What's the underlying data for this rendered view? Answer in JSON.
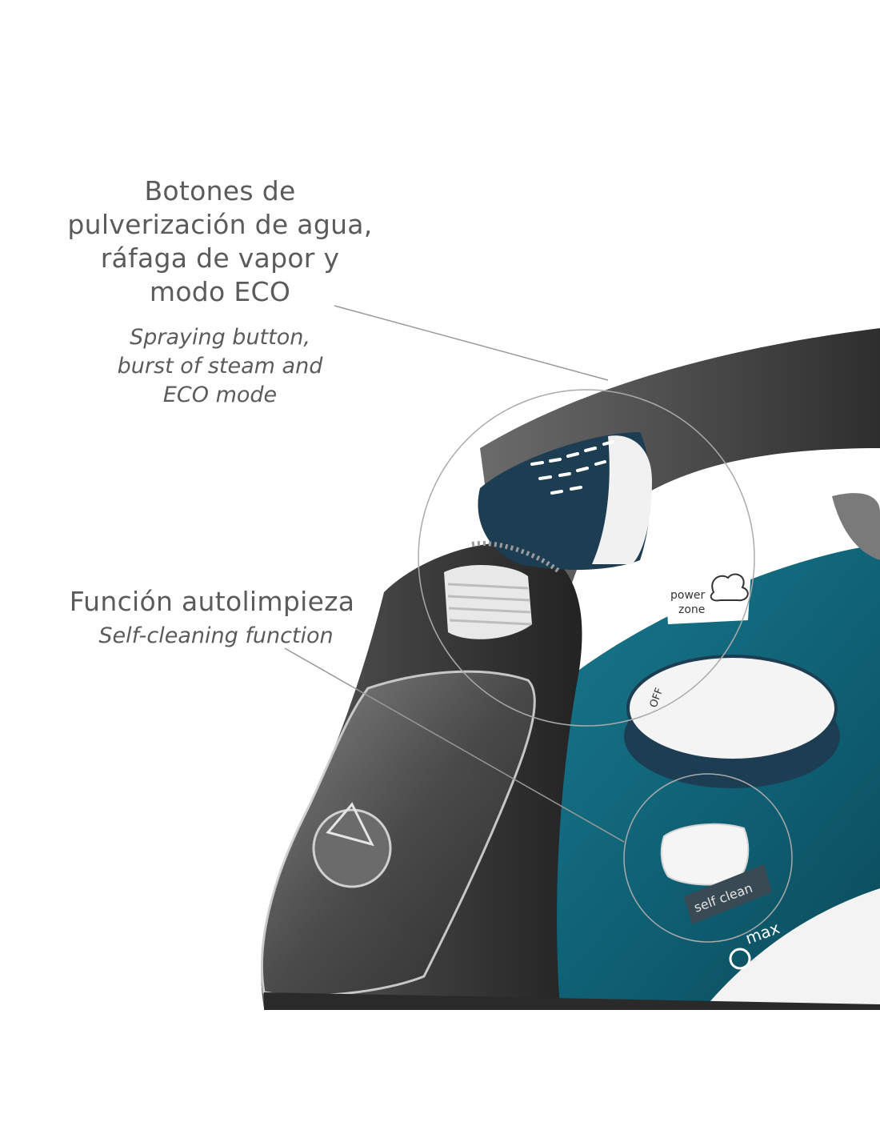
{
  "callouts": {
    "spray": {
      "es_lines": [
        "Botones de",
        "pulverización de agua,",
        "ráfaga de vapor y",
        "modo ECO"
      ],
      "en_lines": [
        "Spraying button,",
        "burst of steam and",
        "ECO mode"
      ]
    },
    "selfclean": {
      "es": "Función autolimpieza",
      "en": "Self-cleaning function"
    }
  },
  "product_labels": {
    "power_zone_1": "power",
    "power_zone_2": "zone",
    "self_clean": "self clean",
    "max": "max",
    "dial_off": "OFF"
  },
  "colors": {
    "teal": "#0f5f73",
    "navy": "#1d3d52",
    "charcoal": "#3f3f3f",
    "text_gray": "#5b5b5b"
  }
}
